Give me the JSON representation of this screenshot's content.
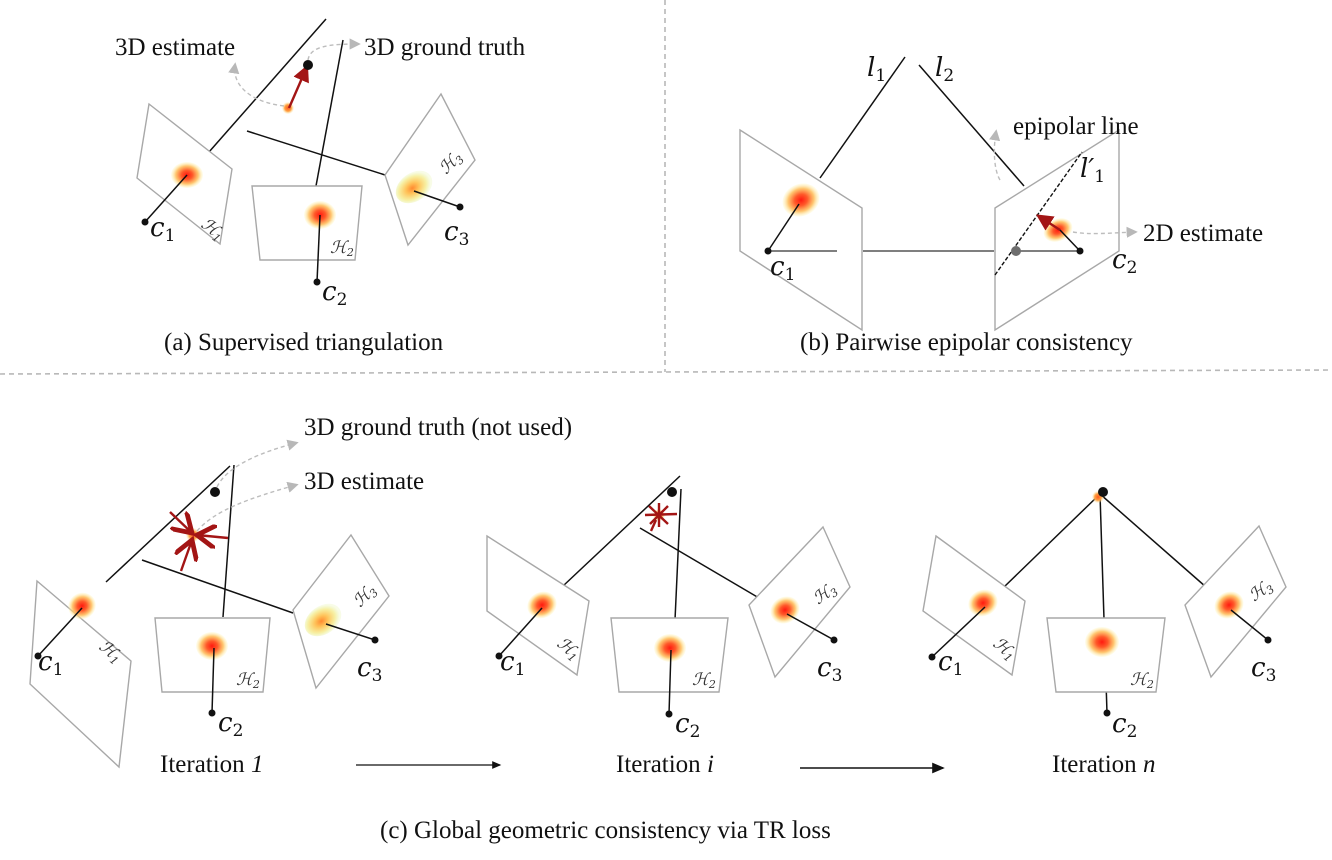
{
  "figure": {
    "panel_a": {
      "caption": "(a) Supervised triangulation",
      "annotation_estimate": "3D estimate",
      "annotation_ground_truth": "3D ground truth",
      "cameras": [
        "c",
        "c",
        "c"
      ],
      "camera_subscripts": [
        "1",
        "2",
        "3"
      ],
      "heatmaps": [
        "H",
        "H",
        "H"
      ]
    },
    "panel_b": {
      "caption": "(b) Pairwise epipolar consistency",
      "line_l1": "l",
      "line_l1_sub": "1",
      "line_l2": "l",
      "line_l2_sub": "2",
      "epipolar_line_label": "l′",
      "epipolar_line_sub": "1",
      "annotation_epipolar": "epipolar line",
      "annotation_2d": "2D estimate",
      "cameras": [
        "c",
        "c"
      ],
      "camera_subscripts": [
        "1",
        "2"
      ]
    },
    "panel_c": {
      "caption": "(c) Global geometric consistency via TR loss",
      "annotation_ground_truth": "3D ground truth (not used)",
      "annotation_estimate": "3D estimate",
      "iterations": [
        {
          "prefix": "Iteration ",
          "index": "1"
        },
        {
          "prefix": "Iteration ",
          "index": "i"
        },
        {
          "prefix": "Iteration ",
          "index": "n"
        }
      ],
      "cameras": [
        "c",
        "c",
        "c"
      ],
      "camera_subscripts": [
        "1",
        "2",
        "3"
      ],
      "heatmap_symbol": "H"
    },
    "colors": {
      "heatmap_core": "#ff2a1a",
      "heatmap_mid": "#ffb347",
      "heatmap_edge": "#fff3a8",
      "arrow_red": "#a31515",
      "divider": "#b8b8b8"
    }
  }
}
